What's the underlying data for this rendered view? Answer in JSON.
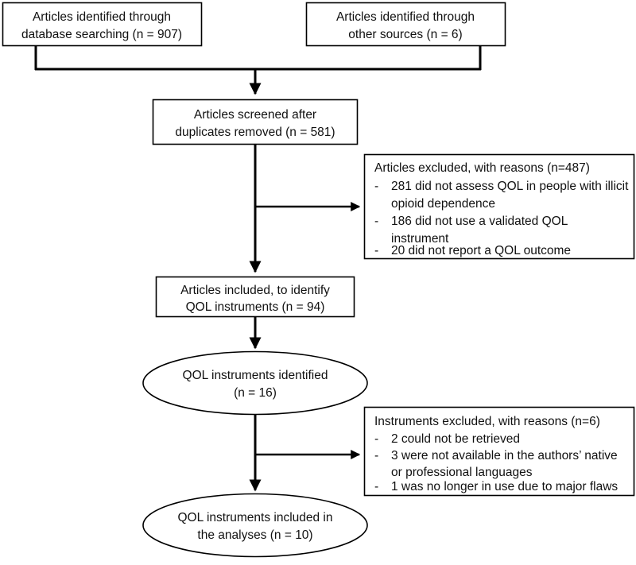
{
  "diagram": {
    "type": "prisma-flow-diagram",
    "title": "",
    "nodes": {
      "identified_database": {
        "shape": "rectangle",
        "lines": [
          "Articles identified through",
          "database searching (n = 907)"
        ],
        "count": 907
      },
      "identified_other": {
        "shape": "rectangle",
        "lines": [
          "Articles identified through",
          "other sources (n = 6)"
        ],
        "count": 6
      },
      "screened": {
        "shape": "rectangle",
        "lines": [
          "Articles screened after",
          "duplicates removed (n = 581)"
        ],
        "count": 581
      },
      "articles_excluded": {
        "shape": "rectangle",
        "heading": "Articles excluded, with reasons (n=487)",
        "count": 487,
        "reasons": [
          [
            "281 did not assess QOL in people with illicit",
            "opioid dependence"
          ],
          [
            "186 did not use a validated QOL",
            "instrument"
          ],
          [
            "20 did not report a QOL outcome"
          ]
        ],
        "bullet": "-"
      },
      "articles_included": {
        "shape": "rectangle",
        "lines": [
          "Articles included, to identify",
          "QOL instruments (n = 94)"
        ],
        "count": 94
      },
      "instruments_identified": {
        "shape": "ellipse",
        "lines": [
          "QOL instruments identified",
          "(n = 16)"
        ],
        "count": 16
      },
      "instruments_excluded": {
        "shape": "rectangle",
        "heading": "Instruments excluded, with reasons (n=6)",
        "count": 6,
        "reasons": [
          [
            "2 could not be retrieved"
          ],
          [
            "3 were not available in the authors’ native",
            "or professional languages"
          ],
          [
            "1 was no longer in use due to major flaws"
          ]
        ],
        "bullet": "-"
      },
      "instruments_included": {
        "shape": "ellipse",
        "lines": [
          "QOL instruments included in",
          "the analyses (n = 10)"
        ],
        "count": 10
      }
    },
    "colors": {
      "stroke": "#000000",
      "fill": "#ffffff",
      "text": "#111111"
    }
  }
}
